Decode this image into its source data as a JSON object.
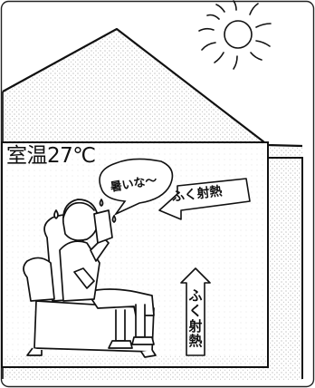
{
  "labels": {
    "room_temperature": "室温27℃",
    "speech": "暑いな〜",
    "wall_radiation": "ふく射熱",
    "floor_radiation": "ふく射熱"
  },
  "colors": {
    "ink": "#111111",
    "paper": "#ffffff",
    "shade": "#bdbdbd"
  },
  "icons": {
    "sun": "sun-icon",
    "house": "house-outline",
    "person": "person-in-armchair"
  }
}
